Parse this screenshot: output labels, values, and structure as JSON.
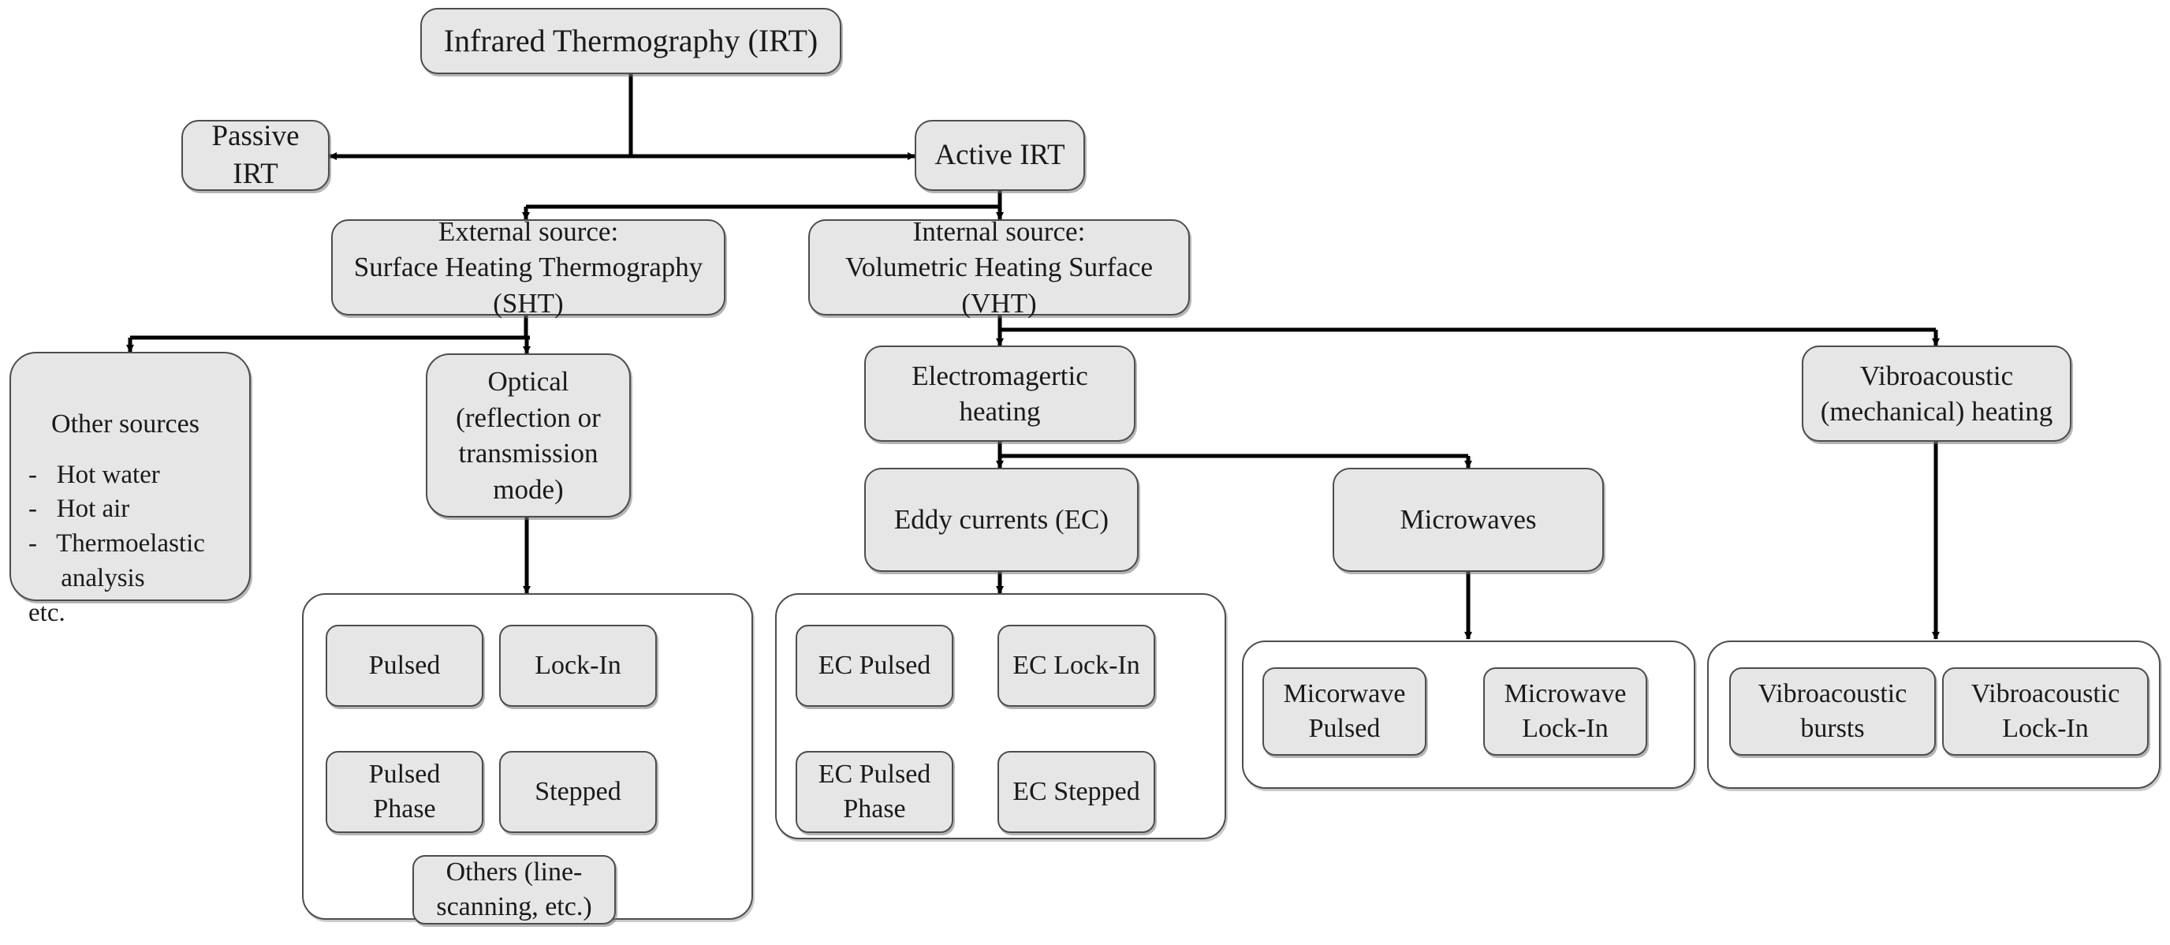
{
  "diagram": {
    "title": "Infrared Thermography classification tree",
    "colors": {
      "node_fill": "#e6e6e6",
      "node_border": "#4d4d4d",
      "group_fill": "#ffffff",
      "text": "#1a1a1a",
      "connector": "#000000",
      "background": "#ffffff"
    },
    "nodes": {
      "irt": "Infrared Thermography (IRT)",
      "passive_irt": "Passive IRT",
      "active_irt": "Active IRT",
      "sht": "External source:\nSurface Heating Thermography\n(SHT)",
      "vht": "Internal source:\nVolumetric Heating Surface\n(VHT)",
      "other_sources_title": "Other sources",
      "other_sources_list": "-   Hot water\n-   Hot air\n-   Thermoelastic\n     analysis\netc.",
      "optical": "Optical\n(reflection or\ntransmission\nmode)",
      "electromagnetic_heating": "Electromagertic\nheating",
      "vibroacoustic_heating": "Vibroacoustic\n(mechanical) heating",
      "eddy_currents": "Eddy currents (EC)",
      "microwaves": "Microwaves"
    },
    "optical_group": {
      "items": [
        "Pulsed",
        "Lock-In",
        "Pulsed\nPhase",
        "Stepped",
        "Others (line-\nscanning, etc.)"
      ]
    },
    "eddy_current_group": {
      "items": [
        "EC Pulsed",
        "EC Lock-In",
        "EC Pulsed\nPhase",
        "EC Stepped"
      ]
    },
    "microwave_group": {
      "items": [
        "Micorwave\nPulsed",
        "Microwave\nLock-In"
      ]
    },
    "vibroacoustic_group": {
      "items": [
        "Vibroacoustic\nbursts",
        "Vibroacoustic\nLock-In"
      ]
    }
  }
}
